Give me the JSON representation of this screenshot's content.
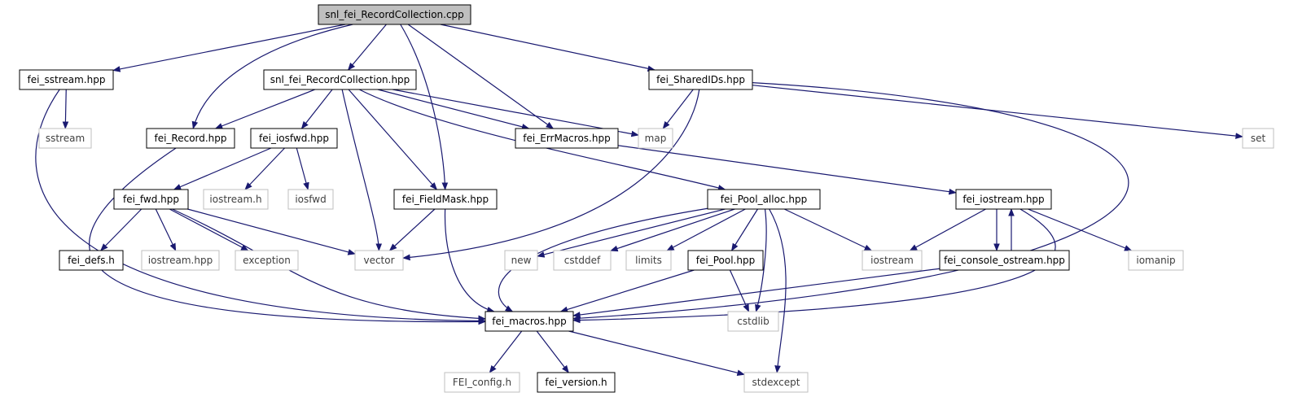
{
  "colors": {
    "edge": "#191970",
    "root_fill": "#bfbfbf",
    "node_border": "#000000",
    "external_border": "#bfbfbf",
    "external_text": "#404040"
  },
  "nodes": [
    {
      "id": "root",
      "label": "snl_fei_RecordCollection.cpp",
      "kind": "root"
    },
    {
      "id": "fei_sstream",
      "label": "fei_sstream.hpp",
      "kind": "doc"
    },
    {
      "id": "snl_rc_hpp",
      "label": "snl_fei_RecordCollection.hpp",
      "kind": "doc"
    },
    {
      "id": "fei_sharedids",
      "label": "fei_SharedIDs.hpp",
      "kind": "doc"
    },
    {
      "id": "sstream",
      "label": "sstream",
      "kind": "ext"
    },
    {
      "id": "fei_record",
      "label": "fei_Record.hpp",
      "kind": "doc"
    },
    {
      "id": "fei_iosfwd",
      "label": "fei_iosfwd.hpp",
      "kind": "doc"
    },
    {
      "id": "fei_errmacros",
      "label": "fei_ErrMacros.hpp",
      "kind": "doc"
    },
    {
      "id": "map",
      "label": "map",
      "kind": "ext"
    },
    {
      "id": "set",
      "label": "set",
      "kind": "ext"
    },
    {
      "id": "fei_fwd",
      "label": "fei_fwd.hpp",
      "kind": "doc"
    },
    {
      "id": "iostream_h",
      "label": "iostream.h",
      "kind": "ext"
    },
    {
      "id": "iosfwd",
      "label": "iosfwd",
      "kind": "ext"
    },
    {
      "id": "fei_fieldmask",
      "label": "fei_FieldMask.hpp",
      "kind": "doc"
    },
    {
      "id": "fei_pool_alloc",
      "label": "fei_Pool_alloc.hpp",
      "kind": "doc"
    },
    {
      "id": "fei_iostream",
      "label": "fei_iostream.hpp",
      "kind": "doc"
    },
    {
      "id": "fei_defs",
      "label": "fei_defs.h",
      "kind": "doc"
    },
    {
      "id": "iostream_hpp",
      "label": "iostream.hpp",
      "kind": "ext"
    },
    {
      "id": "exception",
      "label": "exception",
      "kind": "ext"
    },
    {
      "id": "vector",
      "label": "vector",
      "kind": "ext"
    },
    {
      "id": "new",
      "label": "new",
      "kind": "ext"
    },
    {
      "id": "cstddef",
      "label": "cstddef",
      "kind": "ext"
    },
    {
      "id": "limits",
      "label": "limits",
      "kind": "ext"
    },
    {
      "id": "fei_pool",
      "label": "fei_Pool.hpp",
      "kind": "doc"
    },
    {
      "id": "iostream",
      "label": "iostream",
      "kind": "ext"
    },
    {
      "id": "fei_console_ostream",
      "label": "fei_console_ostream.hpp",
      "kind": "doc"
    },
    {
      "id": "iomanip",
      "label": "iomanip",
      "kind": "ext"
    },
    {
      "id": "fei_macros",
      "label": "fei_macros.hpp",
      "kind": "doc"
    },
    {
      "id": "cstdlib",
      "label": "cstdlib",
      "kind": "ext"
    },
    {
      "id": "fei_config",
      "label": "FEI_config.h",
      "kind": "ext"
    },
    {
      "id": "fei_version",
      "label": "fei_version.h",
      "kind": "doc"
    },
    {
      "id": "stdexcept",
      "label": "stdexcept",
      "kind": "ext"
    }
  ],
  "edges": [
    [
      "root",
      "fei_sstream"
    ],
    [
      "root",
      "fei_record"
    ],
    [
      "root",
      "snl_rc_hpp"
    ],
    [
      "root",
      "fei_fieldmask"
    ],
    [
      "root",
      "fei_errmacros"
    ],
    [
      "root",
      "fei_sharedids"
    ],
    [
      "fei_sstream",
      "sstream"
    ],
    [
      "fei_sstream",
      "fei_macros"
    ],
    [
      "snl_rc_hpp",
      "fei_record"
    ],
    [
      "snl_rc_hpp",
      "fei_iosfwd"
    ],
    [
      "snl_rc_hpp",
      "vector"
    ],
    [
      "snl_rc_hpp",
      "fei_fieldmask"
    ],
    [
      "snl_rc_hpp",
      "fei_pool_alloc"
    ],
    [
      "snl_rc_hpp",
      "fei_errmacros"
    ],
    [
      "snl_rc_hpp",
      "map"
    ],
    [
      "fei_sharedids",
      "map"
    ],
    [
      "fei_sharedids",
      "set"
    ],
    [
      "fei_sharedids",
      "vector"
    ],
    [
      "fei_sharedids",
      "fei_macros"
    ],
    [
      "fei_record",
      "fei_macros"
    ],
    [
      "fei_iosfwd",
      "fei_fwd"
    ],
    [
      "fei_iosfwd",
      "iostream_h"
    ],
    [
      "fei_iosfwd",
      "iosfwd"
    ],
    [
      "fei_errmacros",
      "fei_iostream"
    ],
    [
      "fei_fwd",
      "fei_defs"
    ],
    [
      "fei_fwd",
      "iostream_hpp"
    ],
    [
      "fei_fwd",
      "exception"
    ],
    [
      "fei_fwd",
      "vector"
    ],
    [
      "fei_fwd",
      "fei_macros"
    ],
    [
      "fei_fieldmask",
      "vector"
    ],
    [
      "fei_fieldmask",
      "fei_macros"
    ],
    [
      "fei_pool_alloc",
      "fei_macros"
    ],
    [
      "fei_pool_alloc",
      "new"
    ],
    [
      "fei_pool_alloc",
      "cstddef"
    ],
    [
      "fei_pool_alloc",
      "limits"
    ],
    [
      "fei_pool_alloc",
      "fei_pool"
    ],
    [
      "fei_pool_alloc",
      "cstdlib"
    ],
    [
      "fei_pool_alloc",
      "stdexcept"
    ],
    [
      "fei_pool_alloc",
      "iostream"
    ],
    [
      "fei_iostream",
      "iostream"
    ],
    [
      "fei_iostream",
      "fei_console_ostream"
    ],
    [
      "fei_iostream",
      "iomanip"
    ],
    [
      "fei_iostream",
      "fei_macros"
    ],
    [
      "fei_console_ostream",
      "fei_iostream"
    ],
    [
      "fei_console_ostream",
      "fei_macros"
    ],
    [
      "fei_pool",
      "fei_macros"
    ],
    [
      "fei_pool",
      "cstdlib"
    ],
    [
      "fei_macros",
      "fei_config"
    ],
    [
      "fei_macros",
      "fei_version"
    ],
    [
      "fei_macros",
      "stdexcept"
    ]
  ]
}
